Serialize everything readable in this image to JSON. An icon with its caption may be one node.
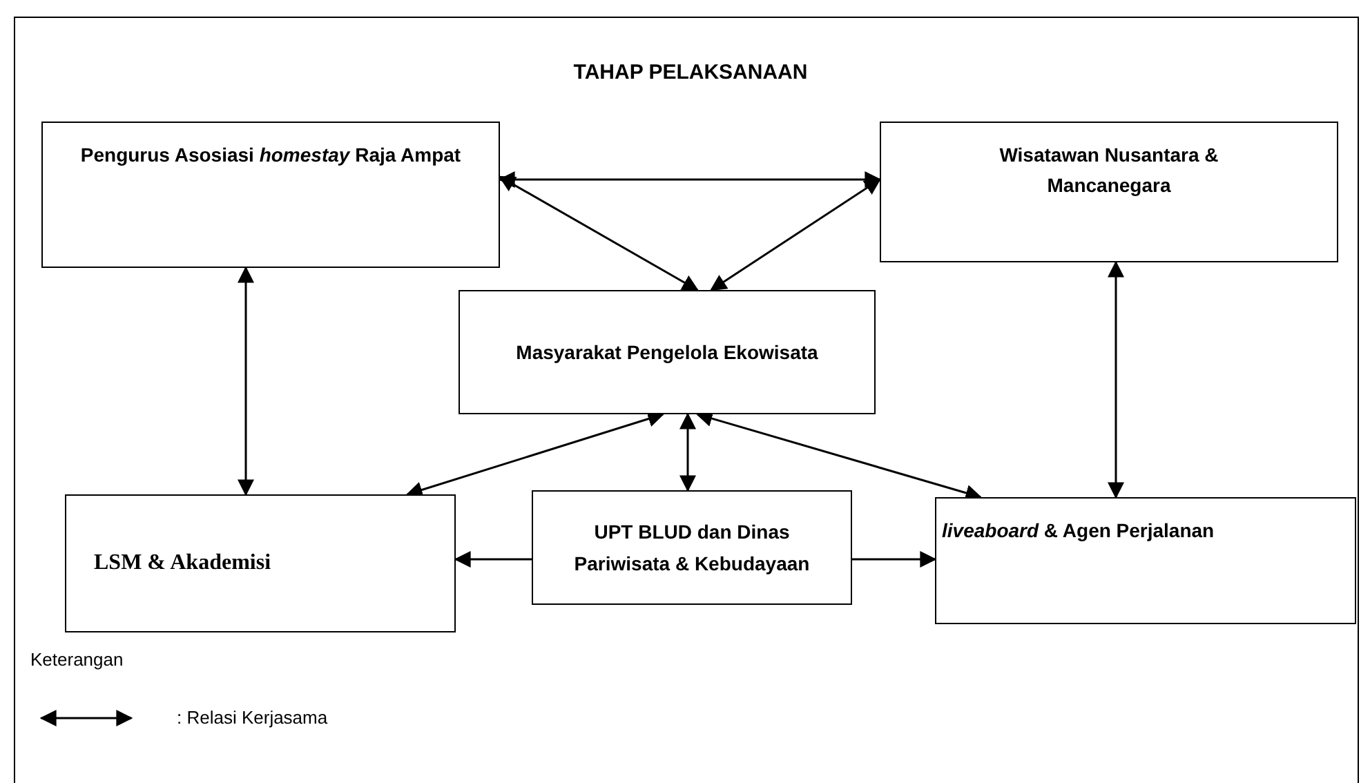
{
  "diagram": {
    "title": "TAHAP PELAKSANAAN",
    "nodes": [
      {
        "text": [
          "Pengurus Asosiasi *homestay* Raja Ampat"
        ]
      },
      {
        "text": [
          "Wisatawan Nusantara & Mancanegara"
        ]
      },
      {
        "text": [
          "Masyarakat Pengelola Ekowisata"
        ]
      },
      {
        "text": [
          "LSM & Akademisi"
        ]
      },
      {
        "text": [
          "UPT BLUD dan Dinas Pariwisata & Kebudayaan"
        ]
      },
      {
        "text": [
          "*liveaboard* & Agen Perjalanan"
        ]
      }
    ],
    "edges": [
      {
        "from": 0,
        "to": 1,
        "arrow": "both"
      },
      {
        "from": 0,
        "to": 2,
        "arrow": "both"
      },
      {
        "from": 1,
        "to": 2,
        "arrow": "both"
      },
      {
        "from": 0,
        "to": 3,
        "arrow": "both"
      },
      {
        "from": 1,
        "to": 5,
        "arrow": "both"
      },
      {
        "from": 2,
        "to": 3,
        "arrow": "both"
      },
      {
        "from": 2,
        "to": 4,
        "arrow": "both"
      },
      {
        "from": 2,
        "to": 5,
        "arrow": "both"
      },
      {
        "from": 4,
        "to": 3,
        "arrow": "to"
      },
      {
        "from": 4,
        "to": 5,
        "arrow": "to"
      }
    ],
    "labels": [
      "Keterangan"
    ],
    "legend": [
      {
        "text": ": Relasi Kerjasama"
      }
    ]
  }
}
